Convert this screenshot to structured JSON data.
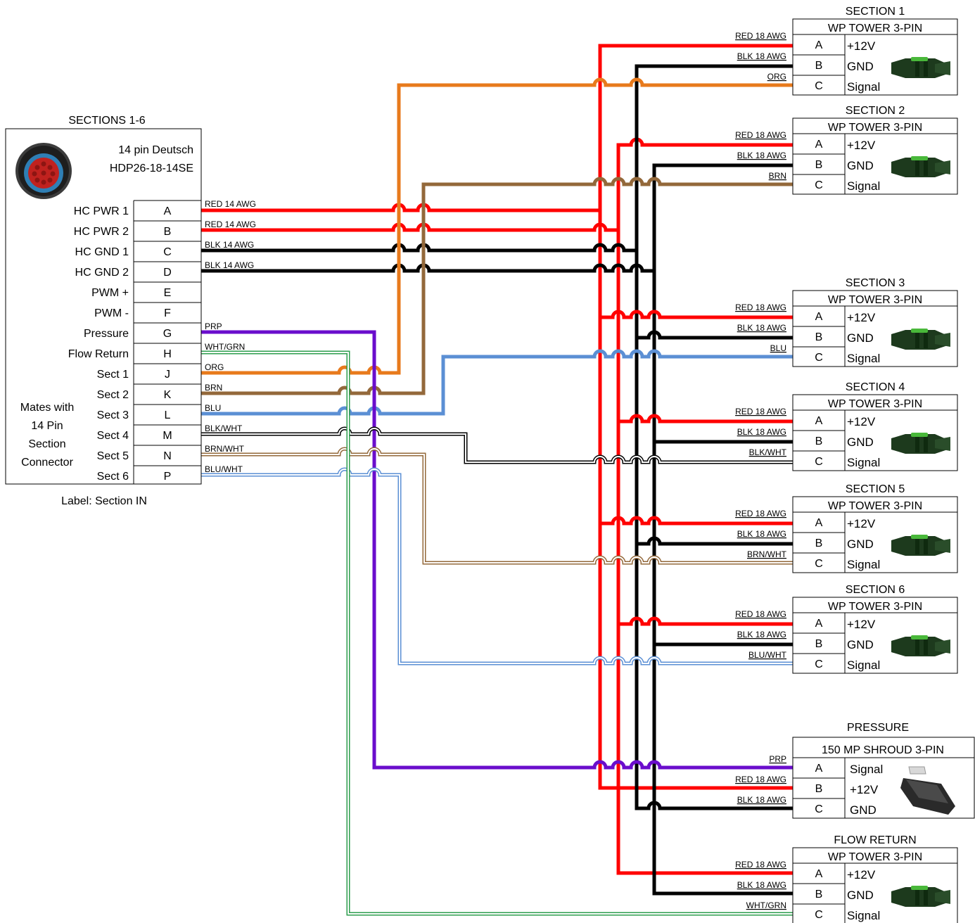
{
  "main_connector": {
    "title": "SECTIONS 1-6",
    "type_line1": "14 pin Deutsch",
    "type_line2": "HDP26-18-14SE",
    "mates_lines": [
      "Mates with",
      "14 Pin",
      "Section",
      "Connector"
    ],
    "label": "Label: Section IN",
    "pins": [
      {
        "name": "HC PWR 1",
        "pin": "A",
        "wire": "RED 14 AWG"
      },
      {
        "name": "HC PWR 2",
        "pin": "B",
        "wire": "RED 14 AWG"
      },
      {
        "name": "HC GND 1",
        "pin": "C",
        "wire": "BLK 14 AWG"
      },
      {
        "name": "HC GND 2",
        "pin": "D",
        "wire": "BLK 14 AWG"
      },
      {
        "name": "PWM +",
        "pin": "E",
        "wire": ""
      },
      {
        "name": "PWM -",
        "pin": "F",
        "wire": ""
      },
      {
        "name": "Pressure",
        "pin": "G",
        "wire": "PRP"
      },
      {
        "name": "Flow Return",
        "pin": "H",
        "wire": "WHT/GRN"
      },
      {
        "name": "Sect 1",
        "pin": "J",
        "wire": "ORG"
      },
      {
        "name": "Sect 2",
        "pin": "K",
        "wire": "BRN"
      },
      {
        "name": "Sect 3",
        "pin": "L",
        "wire": "BLU"
      },
      {
        "name": "Sect 4",
        "pin": "M",
        "wire": "BLK/WHT"
      },
      {
        "name": "Sect 5",
        "pin": "N",
        "wire": "BRN/WHT"
      },
      {
        "name": "Sect 6",
        "pin": "P",
        "wire": "BLU/WHT"
      }
    ]
  },
  "right_connectors": [
    {
      "title": "SECTION 1",
      "type": "WP TOWER 3-PIN",
      "pins": [
        {
          "pin": "A",
          "func": "+12V",
          "wire": "RED 18 AWG"
        },
        {
          "pin": "B",
          "func": "GND",
          "wire": "BLK 18 AWG"
        },
        {
          "pin": "C",
          "func": "Signal",
          "wire": "ORG"
        }
      ]
    },
    {
      "title": "SECTION 2",
      "type": "WP TOWER 3-PIN",
      "pins": [
        {
          "pin": "A",
          "func": "+12V",
          "wire": "RED 18 AWG"
        },
        {
          "pin": "B",
          "func": "GND",
          "wire": "BLK 18 AWG"
        },
        {
          "pin": "C",
          "func": "Signal",
          "wire": "BRN"
        }
      ]
    },
    {
      "title": "SECTION 3",
      "type": "WP TOWER 3-PIN",
      "pins": [
        {
          "pin": "A",
          "func": "+12V",
          "wire": "RED 18 AWG"
        },
        {
          "pin": "B",
          "func": "GND",
          "wire": "BLK 18 AWG"
        },
        {
          "pin": "C",
          "func": "Signal",
          "wire": "BLU"
        }
      ]
    },
    {
      "title": "SECTION 4",
      "type": "WP TOWER 3-PIN",
      "pins": [
        {
          "pin": "A",
          "func": "+12V",
          "wire": "RED 18 AWG"
        },
        {
          "pin": "B",
          "func": "GND",
          "wire": "BLK 18 AWG"
        },
        {
          "pin": "C",
          "func": "Signal",
          "wire": "BLK/WHT"
        }
      ]
    },
    {
      "title": "SECTION 5",
      "type": "WP TOWER 3-PIN",
      "pins": [
        {
          "pin": "A",
          "func": "+12V",
          "wire": "RED 18 AWG"
        },
        {
          "pin": "B",
          "func": "GND",
          "wire": "BLK 18 AWG"
        },
        {
          "pin": "C",
          "func": "Signal",
          "wire": "BRN/WHT"
        }
      ]
    },
    {
      "title": "SECTION 6",
      "type": "WP TOWER 3-PIN",
      "pins": [
        {
          "pin": "A",
          "func": "+12V",
          "wire": "RED 18 AWG"
        },
        {
          "pin": "B",
          "func": "GND",
          "wire": "BLK 18 AWG"
        },
        {
          "pin": "C",
          "func": "Signal",
          "wire": "BLU/WHT"
        }
      ]
    },
    {
      "title": "PRESSURE",
      "type": "150 MP SHROUD 3-PIN",
      "pins": [
        {
          "pin": "A",
          "func": "Signal",
          "wire": "PRP"
        },
        {
          "pin": "B",
          "func": "+12V",
          "wire": "RED 18 AWG"
        },
        {
          "pin": "C",
          "func": "GND",
          "wire": "BLK 18 AWG"
        }
      ]
    },
    {
      "title": "FLOW RETURN",
      "type": "WP TOWER 3-PIN",
      "pins": [
        {
          "pin": "A",
          "func": "+12V",
          "wire": "RED 18 AWG"
        },
        {
          "pin": "B",
          "func": "GND",
          "wire": "BLK 18 AWG"
        },
        {
          "pin": "C",
          "func": "Signal",
          "wire": "WHT/GRN"
        }
      ]
    }
  ],
  "colors": {
    "red": "#ff0000",
    "black": "#000000",
    "orange": "#e87a1c",
    "brown": "#93683a",
    "blue": "#5b8fd4",
    "purple": "#6a0dcc",
    "green": "#2e9e4e",
    "tower_plug": "#1d3a1d",
    "tower_latch": "#49b83a",
    "shroud_plug": "#2a2a2a"
  }
}
